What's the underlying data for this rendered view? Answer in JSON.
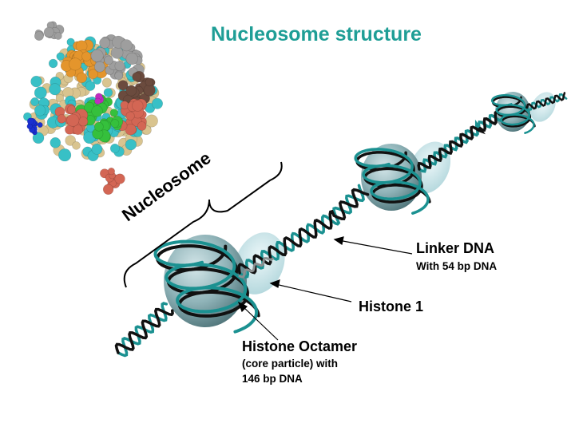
{
  "title": "Nucleosome structure",
  "nucleosome_label": "Nucleosome",
  "labels": {
    "linker_dna": "Linker DNA",
    "linker_dna_detail": "With 54 bp DNA",
    "histone_1": "Histone 1",
    "histone_octamer": "Histone Octamer",
    "histone_octamer_detail_1": "(core particle) with",
    "histone_octamer_detail_2": "146 bp DNA"
  },
  "colors": {
    "title": "#1f9e96",
    "dna_teal": "#1b9191",
    "dna_black": "#111111",
    "histone_core": "#8fb6bb",
    "histone_h1": "#c4e2e6"
  }
}
